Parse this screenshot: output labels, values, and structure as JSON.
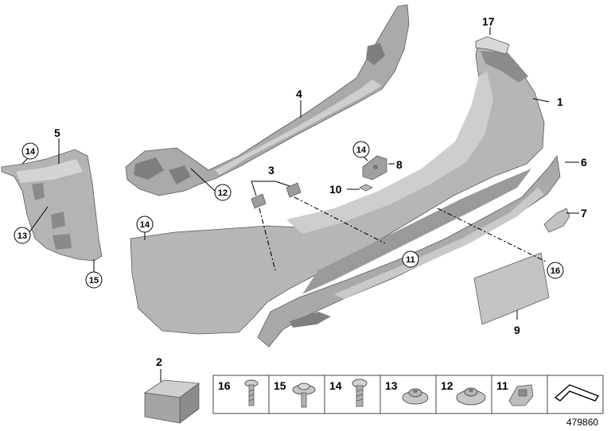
{
  "diagram": {
    "part_numbers": {
      "p1": "1",
      "p2": "2",
      "p3": "3",
      "p4": "4",
      "p5": "5",
      "p6": "6",
      "p7": "7",
      "p8": "8",
      "p9": "9",
      "p10": "10",
      "p11": "11",
      "p12": "12",
      "p13": "13",
      "p14": "14",
      "p15": "15",
      "p16": "16",
      "p17": "17"
    },
    "fastener_legend": [
      "16",
      "15",
      "14",
      "13",
      "12",
      "11"
    ],
    "document_number": "479860",
    "colors": {
      "part_fill": "#b9b9b9",
      "part_dark": "#8a8a8a",
      "part_light": "#d6d6d6",
      "line": "#000000",
      "background": "#ffffff"
    }
  }
}
